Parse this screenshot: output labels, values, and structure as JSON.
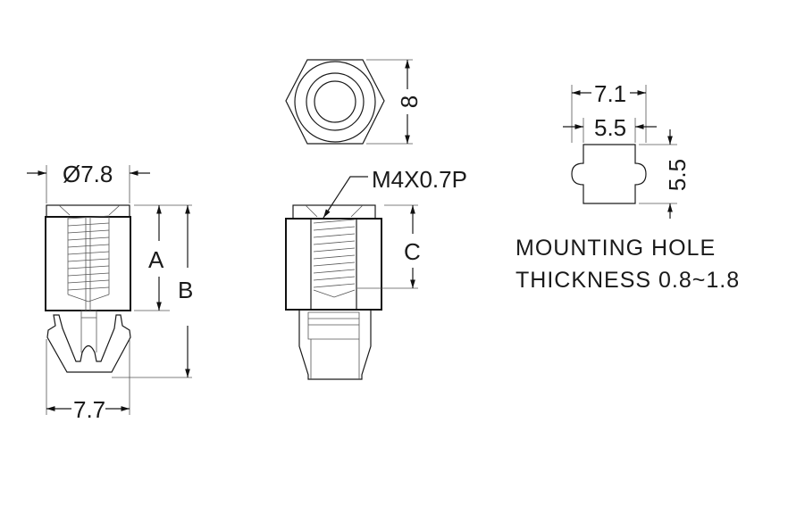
{
  "left_view": {
    "diameter_label": "Ø7.8",
    "width_label": "7.7",
    "dim_a": "A",
    "dim_b": "B"
  },
  "middle_view": {
    "hex_label": "8",
    "thread_label": "M4X0.7P",
    "dim_c": "C"
  },
  "hole_view": {
    "outer_width": "7.1",
    "inner_width": "5.5",
    "height": "5.5"
  },
  "note": {
    "line1": "MOUNTING HOLE",
    "line2": "THICKNESS 0.8~1.8"
  }
}
